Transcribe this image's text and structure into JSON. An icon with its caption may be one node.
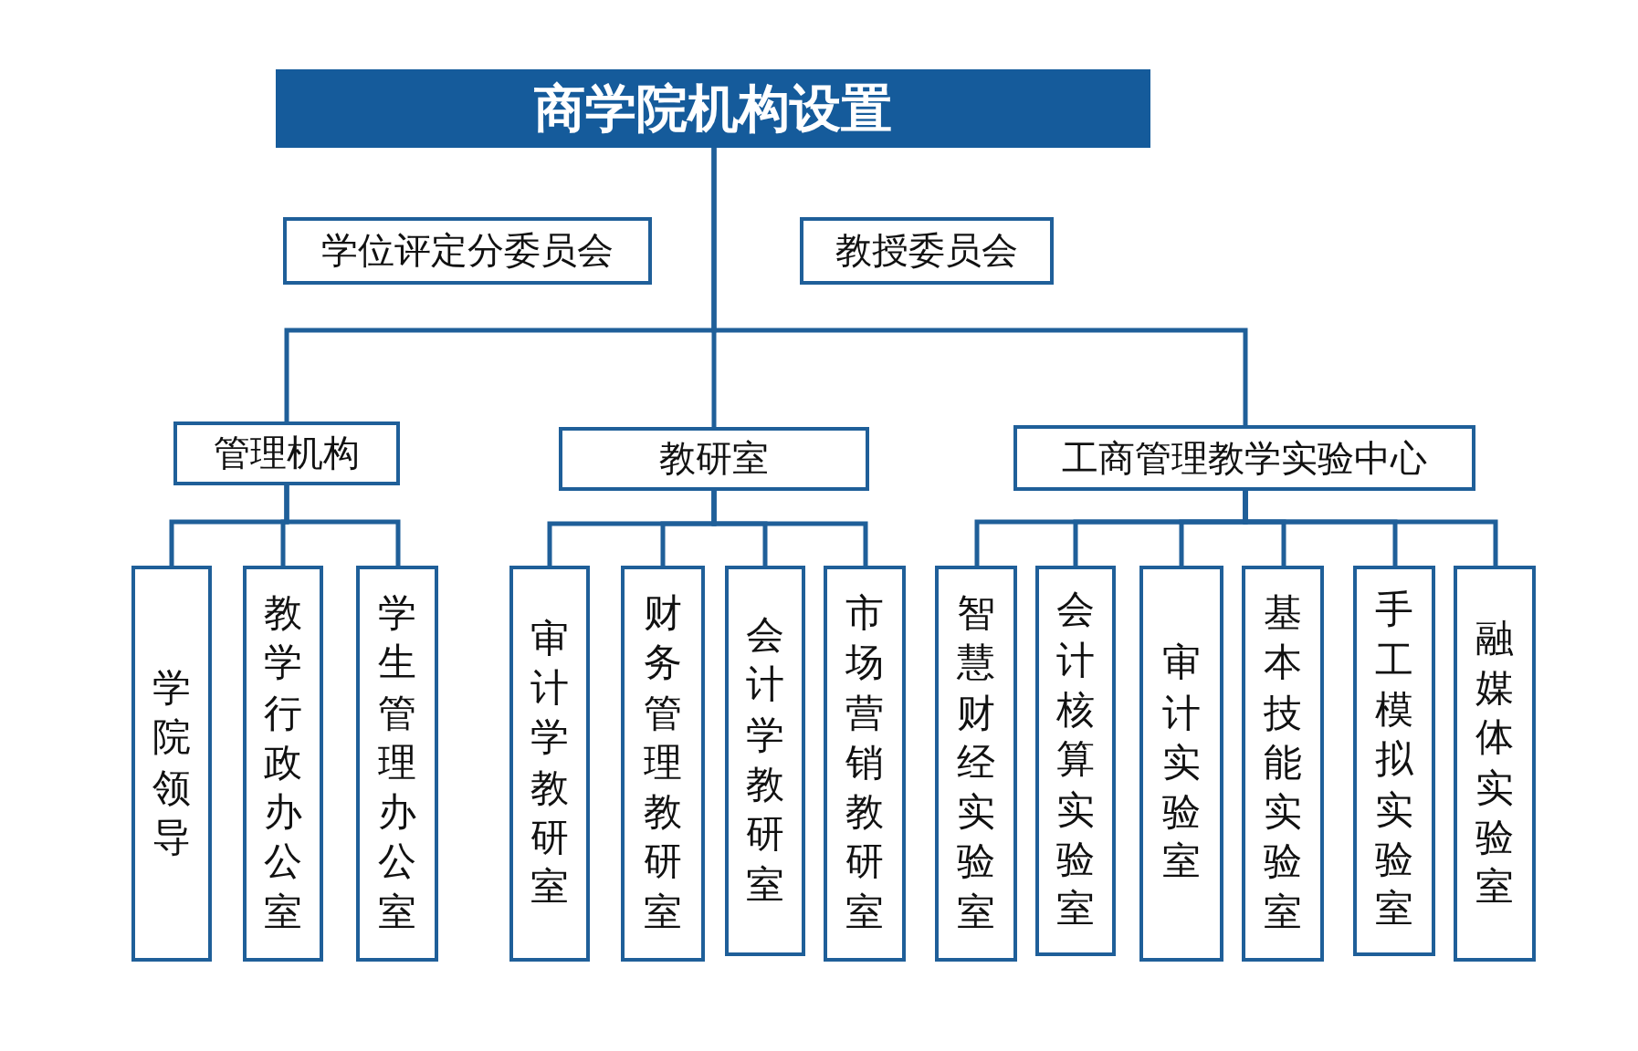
{
  "diagram": {
    "nodes": [
      {
        "text": [
          "商学院机构设置"
        ]
      },
      {
        "text": [
          "学位评定分委员会"
        ]
      },
      {
        "text": [
          "教授委员会"
        ]
      },
      {
        "text": [
          "管理机构"
        ]
      },
      {
        "text": [
          "教研室"
        ]
      },
      {
        "text": [
          "工商管理教学实验中心"
        ]
      },
      {
        "text": [
          "学院领导"
        ]
      },
      {
        "text": [
          "教学行政办公室"
        ]
      },
      {
        "text": [
          "学生管理办公室"
        ]
      },
      {
        "text": [
          "审计学教研室"
        ]
      },
      {
        "text": [
          "财务管理教研室"
        ]
      },
      {
        "text": [
          "会计学教研室"
        ]
      },
      {
        "text": [
          "市场营销教研室"
        ]
      },
      {
        "text": [
          "智慧财经实验室"
        ]
      },
      {
        "text": [
          "会计核算实验室"
        ]
      },
      {
        "text": [
          "审计实验室"
        ]
      },
      {
        "text": [
          "基本技能实验室"
        ]
      },
      {
        "text": [
          "手工模拟实验室"
        ]
      },
      {
        "text": [
          "融媒体实验室"
        ]
      }
    ],
    "edges": [
      {
        "from": 0,
        "to": 3,
        "arrow": "none"
      },
      {
        "from": 0,
        "to": 4,
        "arrow": "none"
      },
      {
        "from": 0,
        "to": 5,
        "arrow": "none"
      },
      {
        "from": 3,
        "to": 6,
        "arrow": "none"
      },
      {
        "from": 3,
        "to": 7,
        "arrow": "none"
      },
      {
        "from": 3,
        "to": 8,
        "arrow": "none"
      },
      {
        "from": 4,
        "to": 9,
        "arrow": "none"
      },
      {
        "from": 4,
        "to": 10,
        "arrow": "none"
      },
      {
        "from": 4,
        "to": 11,
        "arrow": "none"
      },
      {
        "from": 4,
        "to": 12,
        "arrow": "none"
      },
      {
        "from": 5,
        "to": 13,
        "arrow": "none"
      },
      {
        "from": 5,
        "to": 14,
        "arrow": "none"
      },
      {
        "from": 5,
        "to": 15,
        "arrow": "none"
      },
      {
        "from": 5,
        "to": 16,
        "arrow": "none"
      },
      {
        "from": 5,
        "to": 17,
        "arrow": "none"
      },
      {
        "from": 5,
        "to": 18,
        "arrow": "none"
      }
    ]
  }
}
